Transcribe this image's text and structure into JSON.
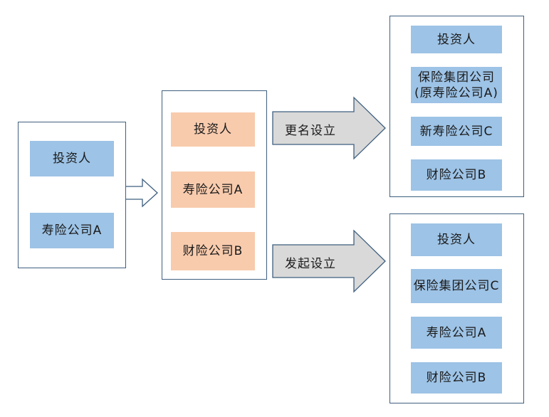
{
  "colors": {
    "blue_box": "#9dc3e6",
    "orange_box": "#f8cbad",
    "frame_border": "#3f5f7f",
    "connector": "#5b9bd5",
    "big_arrow_fill": "#d9d9d9"
  },
  "left_group": {
    "nodes": [
      "投资人",
      "寿险公司A"
    ]
  },
  "middle_group": {
    "nodes": [
      "投资人",
      "寿险公司A",
      "财险公司B"
    ]
  },
  "arrows": {
    "top_label": "更名设立",
    "bottom_label": "发起设立"
  },
  "right_top_group": {
    "nodes": [
      "投资人",
      "保险集团公司",
      "(原寿险公司A)",
      "新寿险公司C",
      "财险公司B"
    ]
  },
  "right_bottom_group": {
    "nodes": [
      "投资人",
      "保险集团公司C",
      "寿险公司A",
      "财险公司B"
    ]
  }
}
